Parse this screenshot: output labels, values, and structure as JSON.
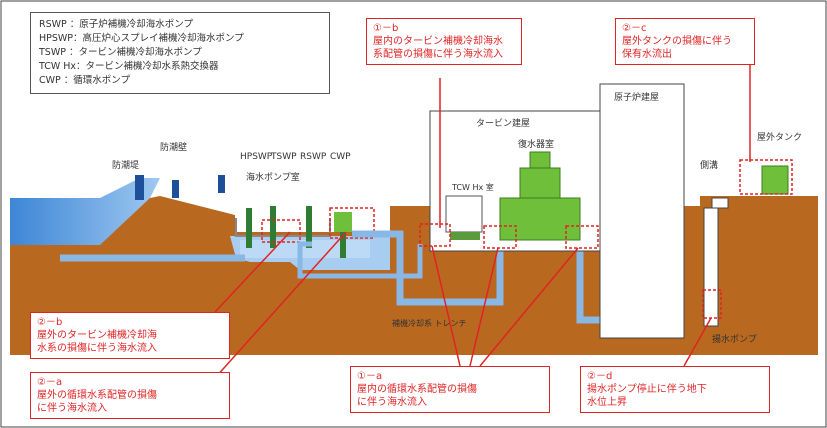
{
  "legend": [
    "RSWP ：原子炉補機冷却海水ポンプ",
    "HPSWP：高圧炉心スプレイ補機冷却海水ポンプ",
    "TSWP ：タービン補機冷却海水ポンプ",
    "TCW Hx：タービン補機冷却水系熱交換器",
    "CWP ：循環水ポンプ"
  ],
  "callouts": {
    "b_inside": {
      "label": "①－b",
      "text": "屋内のタービン補機冷却海水\n系配管の損傷に伴う海水流入"
    },
    "c_outside": {
      "label": "②－c",
      "text": "屋外タンクの損傷に伴う\n保有水流出"
    },
    "b_outside": {
      "label": "②－b",
      "text": "屋外のタービン補機冷却海\n水系の損傷に伴う海水流入"
    },
    "a_outside": {
      "label": "②－a",
      "text": "屋外の循環水系配管の損傷\nに伴う海水流入"
    },
    "a_inside": {
      "label": "①－a",
      "text": "屋内の循環水系配管の損傷\nに伴う海水流入"
    },
    "d_outside": {
      "label": "②－d",
      "text": "揚水ポンプ停止に伴う地下\n水位上昇"
    }
  },
  "labels": {
    "seawall": "防潮堤",
    "tide_barrier": "防潮壁",
    "hpswp": "HPSWP",
    "tswp": "TSWP",
    "rswp": "RSWP",
    "cwp": "CWP",
    "pump_room": "海水ポンプ室",
    "turbine_building": "タービン建屋",
    "condenser": "復水器室",
    "tcw_room": "TCW Hx 室",
    "reactor_building": "原子炉建屋",
    "outdoor_tank": "屋外タンク",
    "drainage": "側溝",
    "trench": "補機冷却系\nトレンチ",
    "lift_pump": "揚水ポンプ"
  },
  "colors": {
    "ground": "#b8681f",
    "sea": "#4a8fd8",
    "sea_light": "#a9cdf0",
    "equipment": "#6fbf3a",
    "highlight": "#e02424",
    "water_blue": "#1f6fd0"
  }
}
